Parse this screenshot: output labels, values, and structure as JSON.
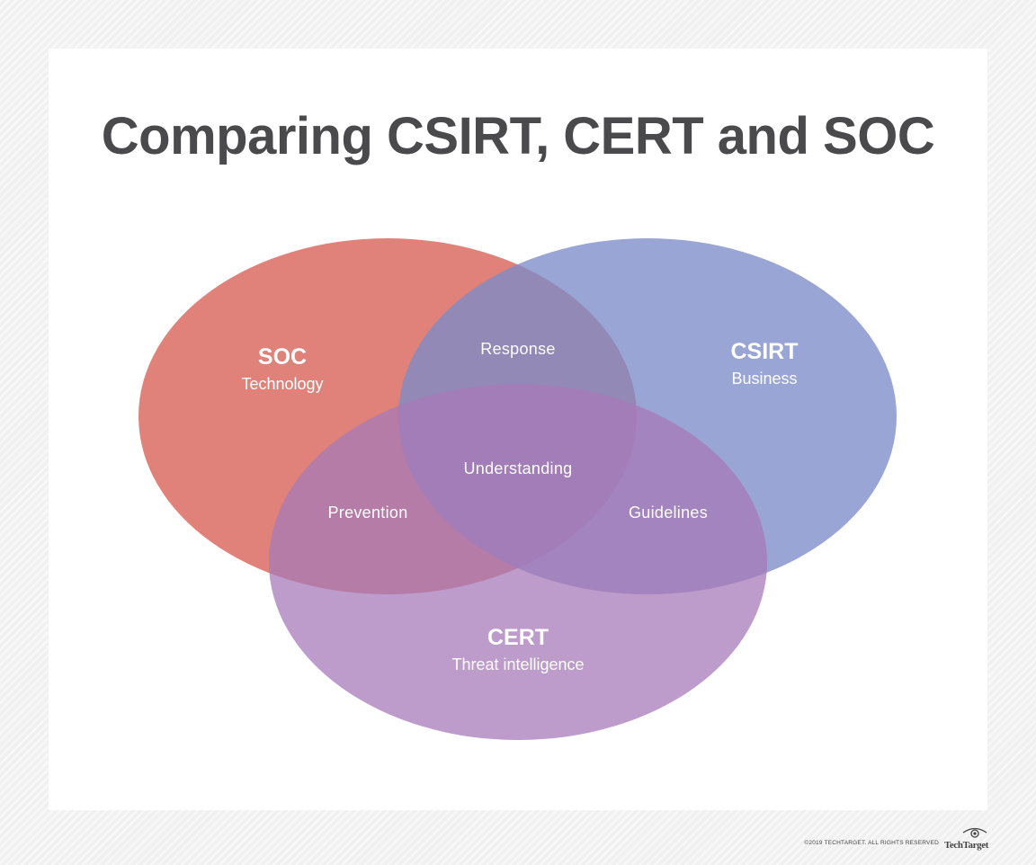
{
  "title": "Comparing CSIRT, CERT and SOC",
  "circles": {
    "soc": {
      "name": "SOC",
      "focus": "Technology",
      "color": "#d9665c"
    },
    "csirt": {
      "name": "CSIRT",
      "focus": "Business",
      "color": "#7c8cc8"
    },
    "cert": {
      "name": "CERT",
      "focus": "Threat intelligence",
      "color": "#a77ab8"
    }
  },
  "overlaps": {
    "soc_csirt": "Response",
    "soc_cert": "Prevention",
    "csirt_cert": "Guidelines",
    "all": "Understanding"
  },
  "footer": {
    "copyright": "©2019 TECHTARGET. ALL RIGHTS RESERVED",
    "brand": "TechTarget"
  }
}
